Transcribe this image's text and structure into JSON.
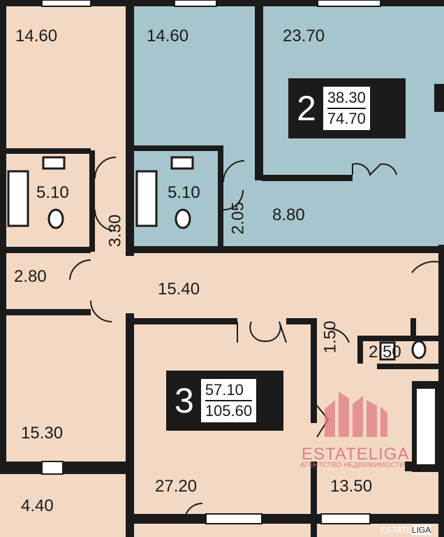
{
  "colors": {
    "beige_room": "#f3d9c4",
    "blue_room": "#a7c5cc",
    "wall": "#1b1b1b",
    "watermark": "#e07a86"
  },
  "rooms": [
    {
      "id": "room-top-left",
      "area": "14.60"
    },
    {
      "id": "room-blue-left",
      "area": "14.60"
    },
    {
      "id": "room-blue-right",
      "area": "23.70"
    },
    {
      "id": "bath-left",
      "area": "5.10"
    },
    {
      "id": "bath-blue",
      "area": "5.10"
    },
    {
      "id": "closet-blue",
      "area": "2.05"
    },
    {
      "id": "hall-blue",
      "area": "8.80"
    },
    {
      "id": "corridor-vertical",
      "area": "3.30"
    },
    {
      "id": "closet-left",
      "area": "2.80"
    },
    {
      "id": "hall-main",
      "area": "15.40"
    },
    {
      "id": "closet-small",
      "area": "1.50"
    },
    {
      "id": "bath-right",
      "area": "2.50"
    },
    {
      "id": "room-left-bottom",
      "area": "15.30"
    },
    {
      "id": "balcony",
      "area": "4.40"
    },
    {
      "id": "room-center-bottom",
      "area": "27.20"
    },
    {
      "id": "kitchen-right",
      "area": "13.50"
    }
  ],
  "apartments": [
    {
      "id": "apartment-2",
      "rooms": "2",
      "living_area": "38.30",
      "total_area": "74.70"
    },
    {
      "id": "apartment-3",
      "rooms": "3",
      "living_area": "57.10",
      "total_area": "105.60"
    }
  ],
  "watermark": {
    "brand": "ESTATELIGA",
    "tagline": "АГЕНТСТВО НЕДВИЖИМОСТИ",
    "corner_a": "ESTATE",
    "corner_b": "LIGA"
  }
}
